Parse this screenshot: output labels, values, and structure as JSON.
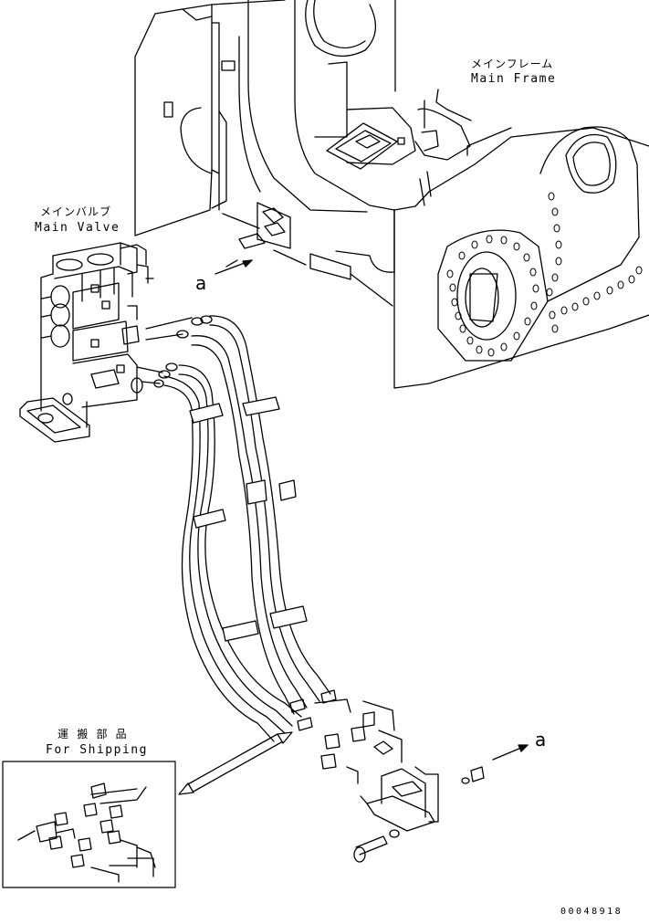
{
  "labels": {
    "main_frame_jp": "メインフレーム",
    "main_frame_en": "Main Frame",
    "main_valve_jp": "メインバルブ",
    "main_valve_en": "Main Valve",
    "shipping_jp": "運 搬 部 品",
    "shipping_en": "For Shipping",
    "callout_a": "a",
    "part_number": "00048918"
  }
}
